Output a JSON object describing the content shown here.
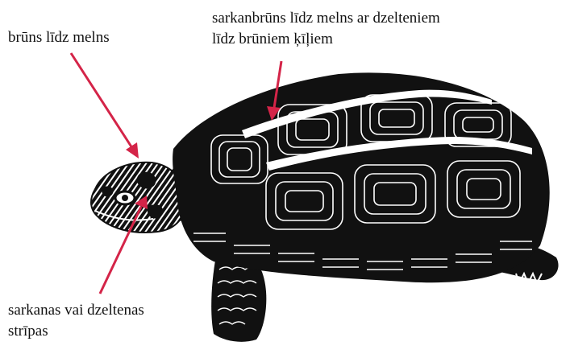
{
  "labels": {
    "head": "brūns līdz melns",
    "shell_line1": "sarkanbrūns līdz melns ar dzelteniem",
    "shell_line2": "līdz brūniem ķīļiem",
    "stripes_line1": "sarkanas vai dzeltenas",
    "stripes_line2": "strīpas"
  },
  "colors": {
    "arrow": "#d42448",
    "ink": "#111111",
    "paper": "#ffffff"
  }
}
